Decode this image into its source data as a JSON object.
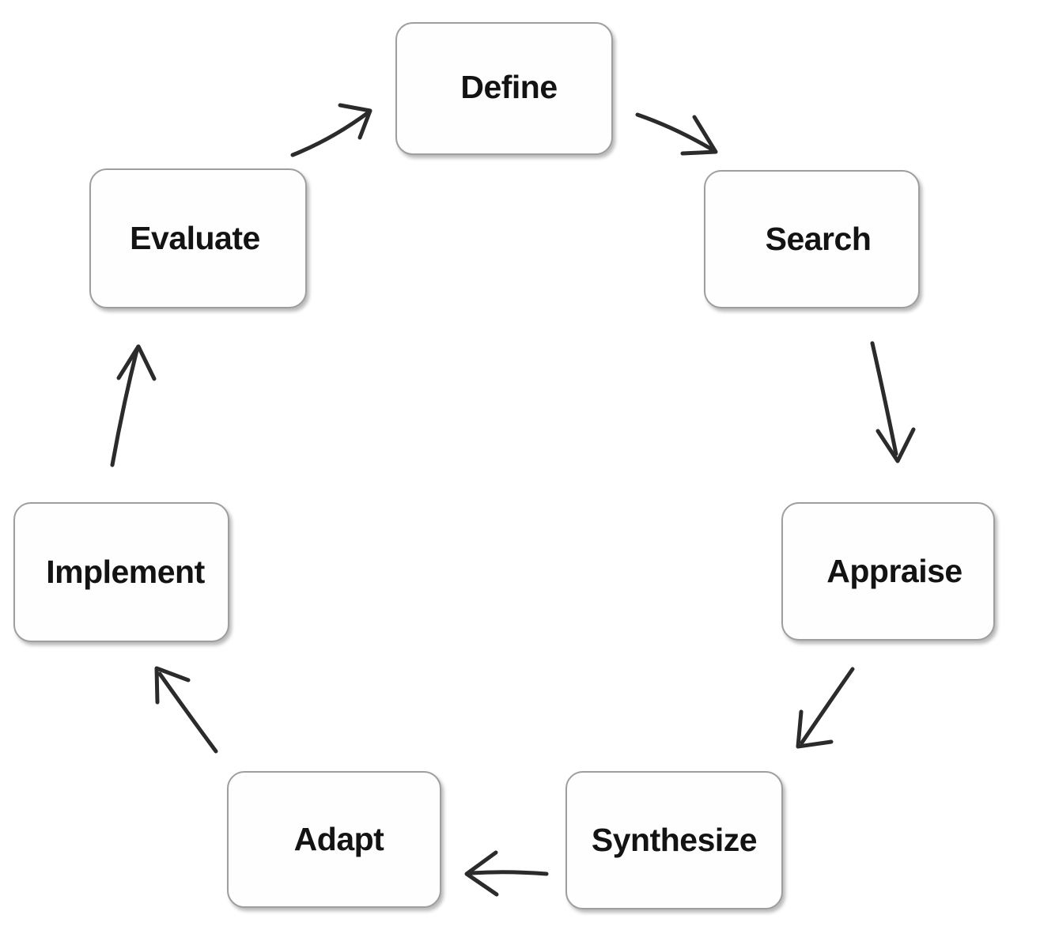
{
  "diagram": {
    "type": "cycle",
    "background_color": "#ffffff",
    "node_fill_color": "#fefefe",
    "node_border_color": "#9e9e9e",
    "label_color": "#131313",
    "arrow_color": "#2b2b2b",
    "nodes": [
      {
        "id": "define",
        "label": "Define",
        "order": 1
      },
      {
        "id": "search",
        "label": "Search",
        "order": 2
      },
      {
        "id": "appraise",
        "label": "Appraise",
        "order": 3
      },
      {
        "id": "synthesize",
        "label": "Synthesize",
        "order": 4
      },
      {
        "id": "adapt",
        "label": "Adapt",
        "order": 5
      },
      {
        "id": "implement",
        "label": "Implement",
        "order": 6
      },
      {
        "id": "evaluate",
        "label": "Evaluate",
        "order": 7
      }
    ],
    "edges": [
      {
        "from": "define",
        "to": "search",
        "direction": "down-right"
      },
      {
        "from": "search",
        "to": "appraise",
        "direction": "down"
      },
      {
        "from": "appraise",
        "to": "synthesize",
        "direction": "down-left"
      },
      {
        "from": "synthesize",
        "to": "adapt",
        "direction": "left"
      },
      {
        "from": "adapt",
        "to": "implement",
        "direction": "up-left"
      },
      {
        "from": "implement",
        "to": "evaluate",
        "direction": "up"
      },
      {
        "from": "evaluate",
        "to": "define",
        "direction": "up-right"
      }
    ]
  }
}
